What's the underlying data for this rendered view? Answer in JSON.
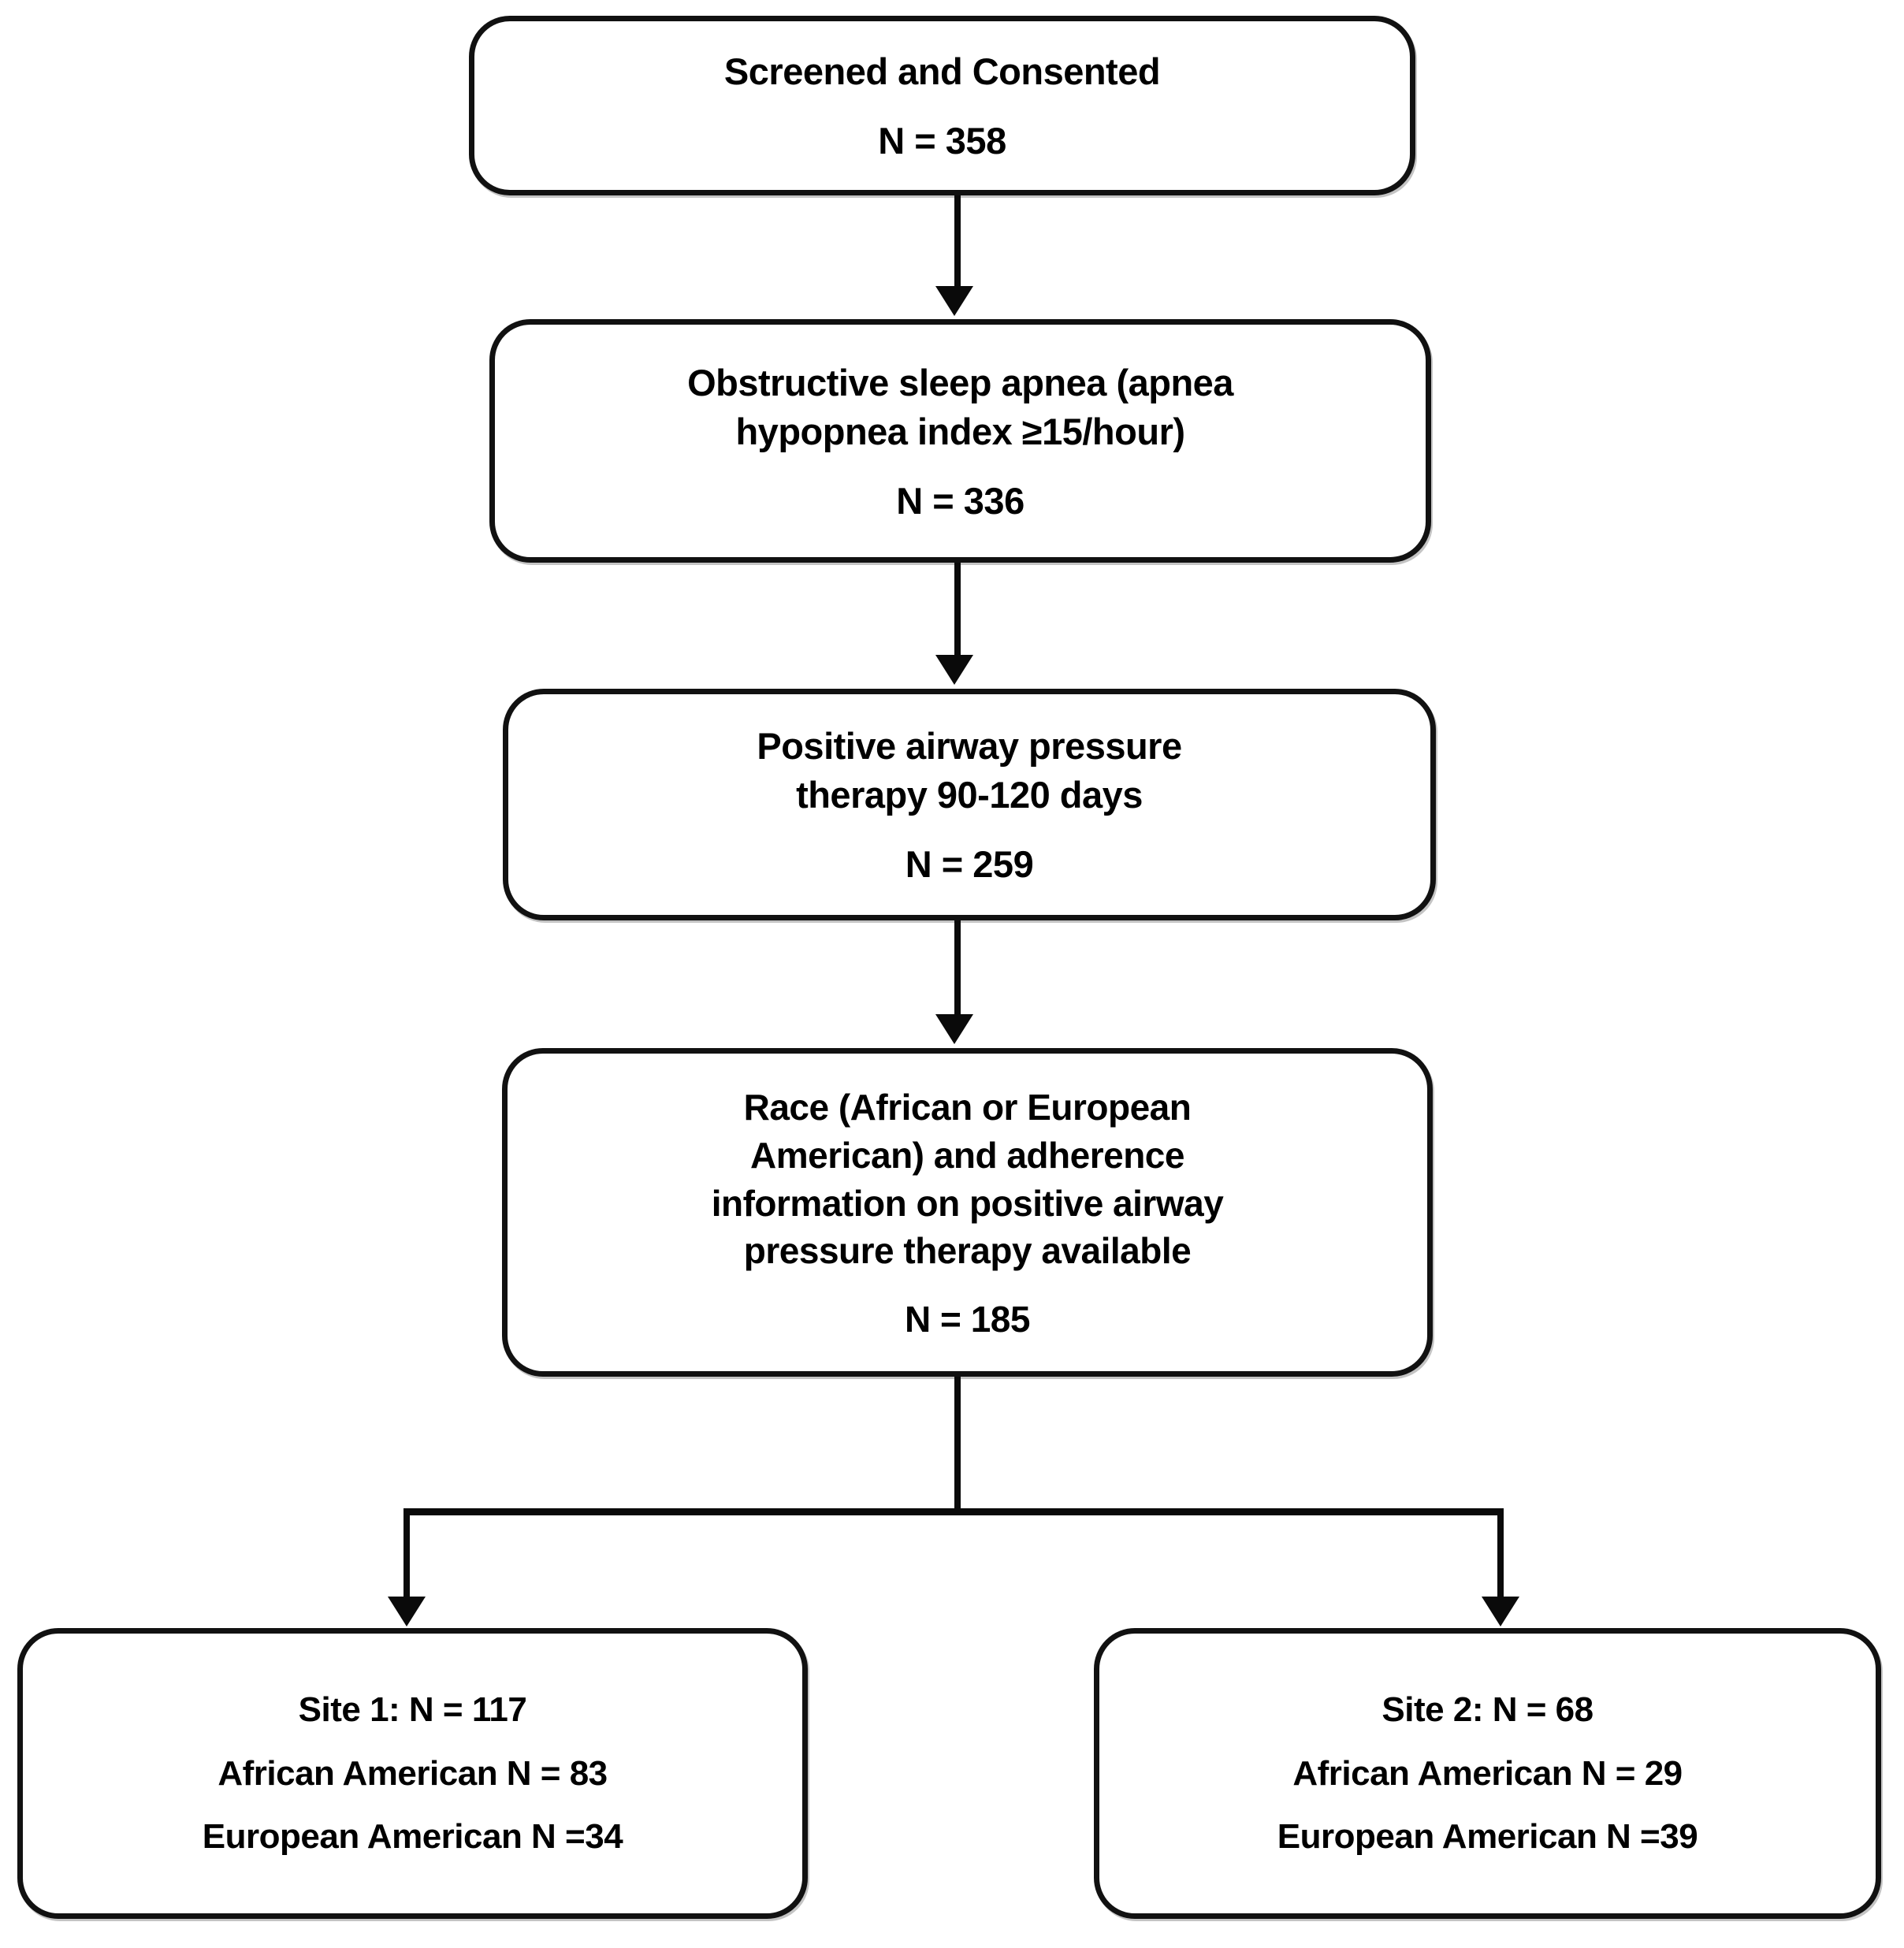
{
  "diagram": {
    "type": "study-flow-chart",
    "orientation": "top-to-bottom",
    "nodes": [
      {
        "id": "screened",
        "title": "Screened and Consented",
        "count_label": "N = 358",
        "n": 358
      },
      {
        "id": "osa",
        "title_line1": "Obstructive sleep apnea (apnea",
        "title_line2": "hypopnea index ≥15/hour)",
        "count_label": "N = 336",
        "n": 336
      },
      {
        "id": "pap",
        "title_line1": "Positive airway pressure",
        "title_line2": "therapy 90-120 days",
        "count_label": "N = 259",
        "n": 259
      },
      {
        "id": "race",
        "title_line1": "Race (African or European",
        "title_line2": "American) and adherence",
        "title_line3": "information on positive airway",
        "title_line4": "pressure therapy available",
        "count_label": "N = 185",
        "n": 185
      },
      {
        "id": "site1",
        "line1": "Site 1: N = 117",
        "line2": "African American N = 83",
        "line3": "European American N =34",
        "n": 117,
        "african_american": 83,
        "european_american": 34
      },
      {
        "id": "site2",
        "line1": "Site 2: N = 68",
        "line2": "African American N = 29",
        "line3": "European American N =39",
        "n": 68,
        "african_american": 29,
        "european_american": 39
      }
    ],
    "edges": [
      {
        "from": "screened",
        "to": "osa",
        "style": "arrow-down"
      },
      {
        "from": "osa",
        "to": "pap",
        "style": "arrow-down"
      },
      {
        "from": "pap",
        "to": "race",
        "style": "arrow-down"
      },
      {
        "from": "race",
        "to": "site1",
        "style": "split-arrow-down"
      },
      {
        "from": "race",
        "to": "site2",
        "style": "split-arrow-down"
      }
    ],
    "colors": {
      "background": "#ffffff",
      "node_fill": "#ffffff",
      "node_border": "#111111",
      "text": "#000000",
      "connector": "#0a0a0a"
    }
  }
}
